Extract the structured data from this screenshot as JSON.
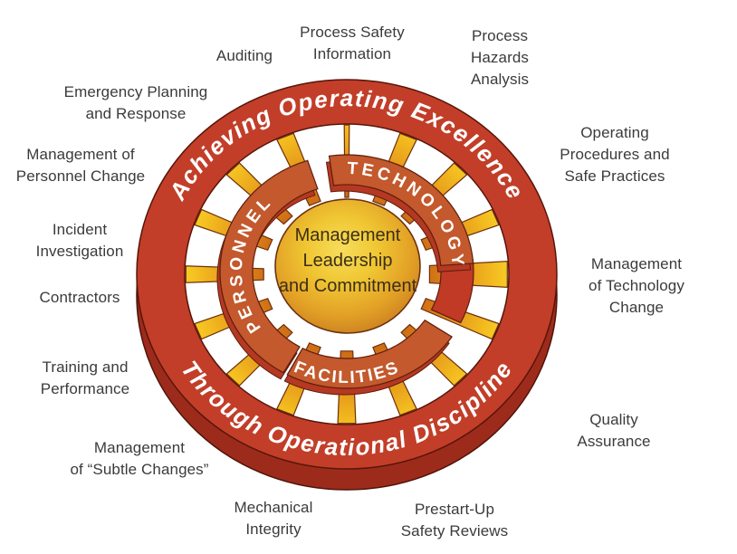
{
  "diagram": {
    "center_label": "Management\nLeadership\nand Commitment",
    "outer_ring": {
      "top_text": "Achieving Operating Excellence",
      "bottom_text": "Through Operational Discipline"
    },
    "inner_ring_segments": [
      {
        "label": "PERSONNEL"
      },
      {
        "label": "TECHNOLOGY"
      },
      {
        "label": "FACILITIES"
      }
    ],
    "labels": [
      {
        "id": "auditing",
        "text": "Auditing"
      },
      {
        "id": "process-safety-information",
        "text": "Process Safety\nInformation"
      },
      {
        "id": "process-hazards-analysis",
        "text": "Process\nHazards\nAnalysis"
      },
      {
        "id": "emergency-planning-and-response",
        "text": "Emergency Planning\nand Response"
      },
      {
        "id": "operating-procedures-and-safe-practices",
        "text": "Operating\nProcedures and\nSafe Practices"
      },
      {
        "id": "management-of-personnel-change",
        "text": "Management of\nPersonnel Change"
      },
      {
        "id": "incident-investigation",
        "text": "Incident\nInvestigation"
      },
      {
        "id": "management-of-technology-change",
        "text": "Management\nof Technology\nChange"
      },
      {
        "id": "contractors",
        "text": "Contractors"
      },
      {
        "id": "training-and-performance",
        "text": "Training and\nPerformance"
      },
      {
        "id": "quality-assurance",
        "text": "Quality Assurance"
      },
      {
        "id": "management-of-subtle-changes",
        "text": "Management\nof “Subtle Changes”"
      },
      {
        "id": "mechanical-integrity",
        "text": "Mechanical\nIntegrity"
      },
      {
        "id": "prestart-up-safety-reviews",
        "text": "Prestart-Up\nSafety Reviews"
      }
    ],
    "colors": {
      "outer_ring": "#c23e29",
      "outer_ring_depth": "#9d2b1c",
      "inner_ring": "#c3592c",
      "inner_ring_depth": "#b53823",
      "spoke_inner": "#c96b15",
      "spoke_outer": "#f6c51f",
      "sphere_center": "#f4d343",
      "sphere_edge": "#c4761f",
      "ring_text": "#ffffff",
      "label_text": "#3b3b3d"
    }
  }
}
